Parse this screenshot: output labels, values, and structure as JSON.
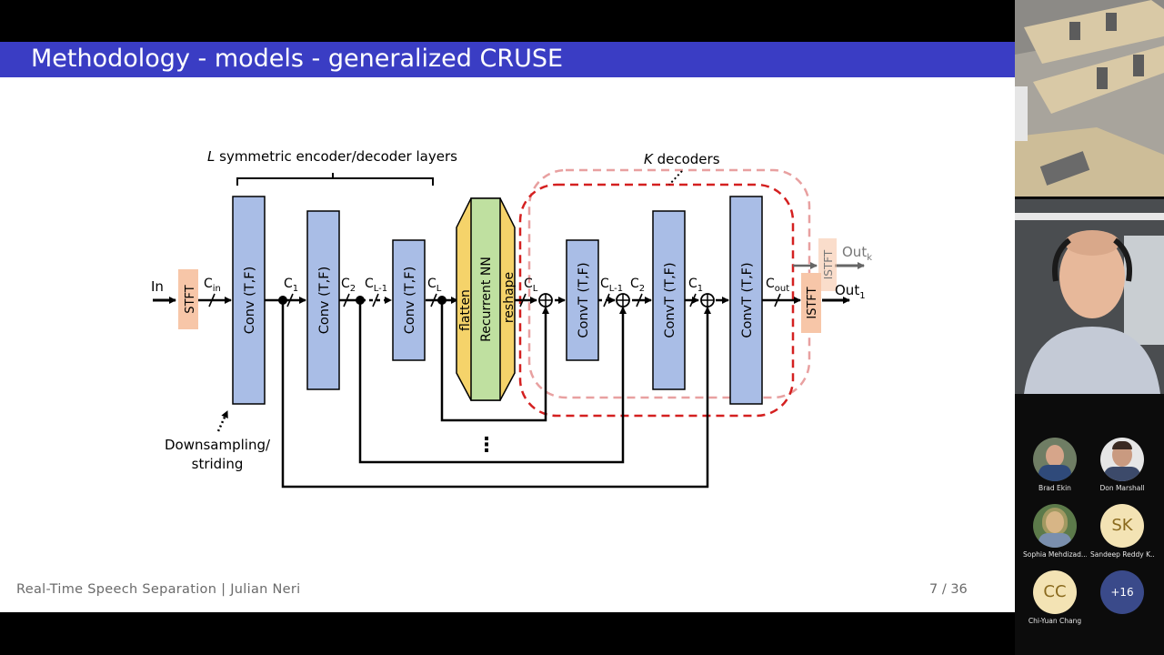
{
  "slide": {
    "title": "Methodology - models - generalized CRUSE",
    "footer_left": "Real-Time Speech Separation | Julian Neri",
    "footer_right": "7 / 36"
  },
  "diagram": {
    "brace_label_var": "L",
    "brace_label_text": " symmetric encoder/decoder layers",
    "decoders_label_var": "K",
    "decoders_label_text": " decoders",
    "input": "In",
    "stft": "STFT",
    "istft": "ISTFT",
    "conv": "Conv (T,F)",
    "convt": "ConvT (T,F)",
    "flatten": "flatten",
    "rnn": "Recurrent NN",
    "reshape": "reshape",
    "downsampling_line1": "Downsampling/",
    "downsampling_line2": "striding",
    "out_main": "Out",
    "out_main_sub": "1",
    "out_k": "Out",
    "out_k_sub": "k",
    "c": "C",
    "sub_in": "in",
    "sub_1": "1",
    "sub_2": "2",
    "sub_l1": "L-1",
    "sub_l": "L",
    "sub_out": "out",
    "ellipsis": "⋮",
    "colors": {
      "block": "#a9bde6",
      "stft": "#f7c6a8",
      "rnn": "#bfe0a0",
      "flatten": "#f5d36a",
      "dashed": "#d42020"
    }
  },
  "participants": [
    {
      "name": "Brad Ekin",
      "type": "photo"
    },
    {
      "name": "Don Marshall",
      "type": "photo"
    },
    {
      "name": "Sophia Mehdizad...",
      "type": "photo"
    },
    {
      "name": "Sandeep Reddy K...",
      "type": "initials",
      "initials": "SK"
    },
    {
      "name": "Chi-Yuan Chang",
      "type": "initials",
      "initials": "CC"
    },
    {
      "name": "",
      "type": "more",
      "more": "+16"
    }
  ]
}
